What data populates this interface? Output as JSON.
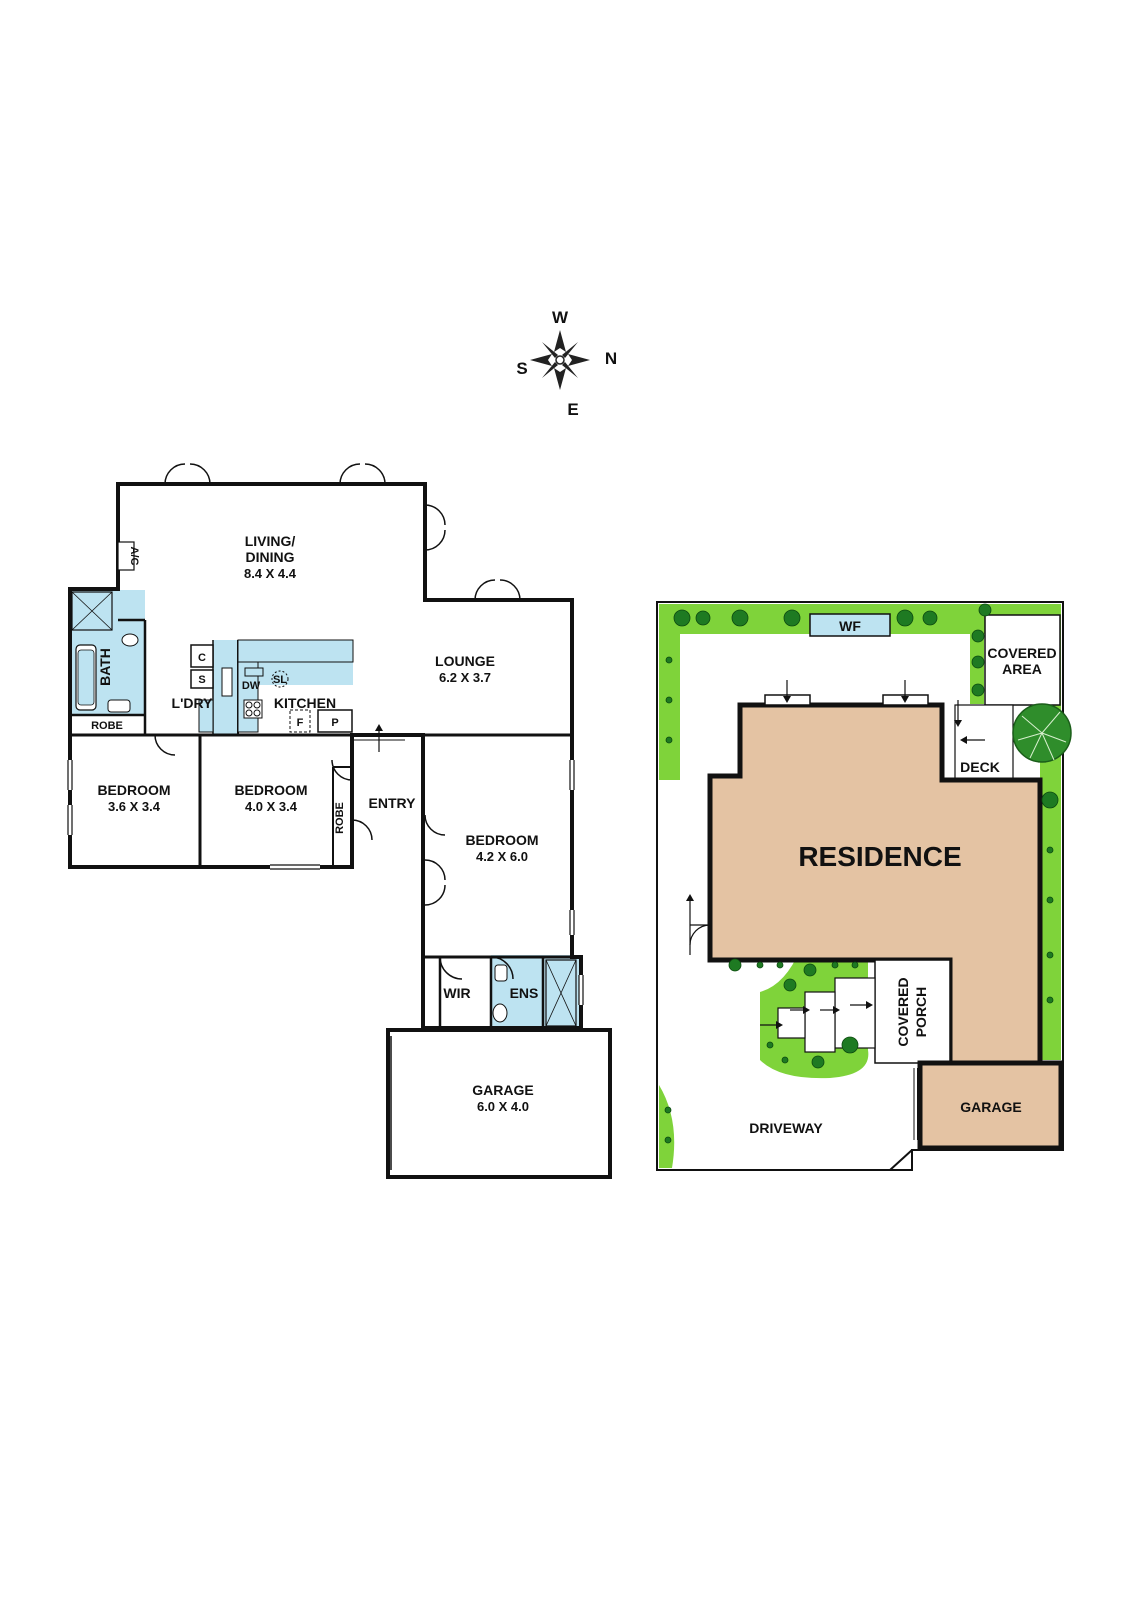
{
  "compass": {
    "w": "W",
    "n": "N",
    "s": "S",
    "e": "E"
  },
  "floorplan": {
    "living_dining": {
      "name_line1": "LIVING/",
      "name_line2": "DINING",
      "dims": "8.4 X 4.4"
    },
    "ac": "A/C",
    "bath": "BATH",
    "laundry": "L'DRY",
    "laundry_c": "C",
    "laundry_s": "S",
    "kitchen": "KITCHEN",
    "kitchen_dw": "DW",
    "kitchen_sl": "SL",
    "kitchen_f": "F",
    "kitchen_p": "P",
    "lounge": {
      "name": "LOUNGE",
      "dims": "6.2 X 3.7"
    },
    "robe_1": "ROBE",
    "robe_2": "ROBE",
    "bedroom_1": {
      "name": "BEDROOM",
      "dims": "3.6 X 3.4"
    },
    "bedroom_2": {
      "name": "BEDROOM",
      "dims": "4.0 X 3.4"
    },
    "bedroom_3": {
      "name": "BEDROOM",
      "dims": "4.2 X 6.0"
    },
    "entry": "ENTRY",
    "wir": "WIR",
    "ens": "ENS",
    "garage": {
      "name": "GARAGE",
      "dims": "6.0 X 4.0"
    }
  },
  "siteplan": {
    "wf": "WF",
    "covered_area_line1": "COVERED",
    "covered_area_line2": "AREA",
    "deck": "DECK",
    "residence": "RESIDENCE",
    "covered_porch_line1": "COVERED",
    "covered_porch_line2": "PORCH",
    "driveway": "DRIVEWAY",
    "garage": "GARAGE"
  },
  "colors": {
    "wall": "#111111",
    "wet_area": "#bde3f1",
    "residence": "#e4c3a3",
    "garden": "#7fd33a",
    "shrub": "#1e7a22"
  }
}
